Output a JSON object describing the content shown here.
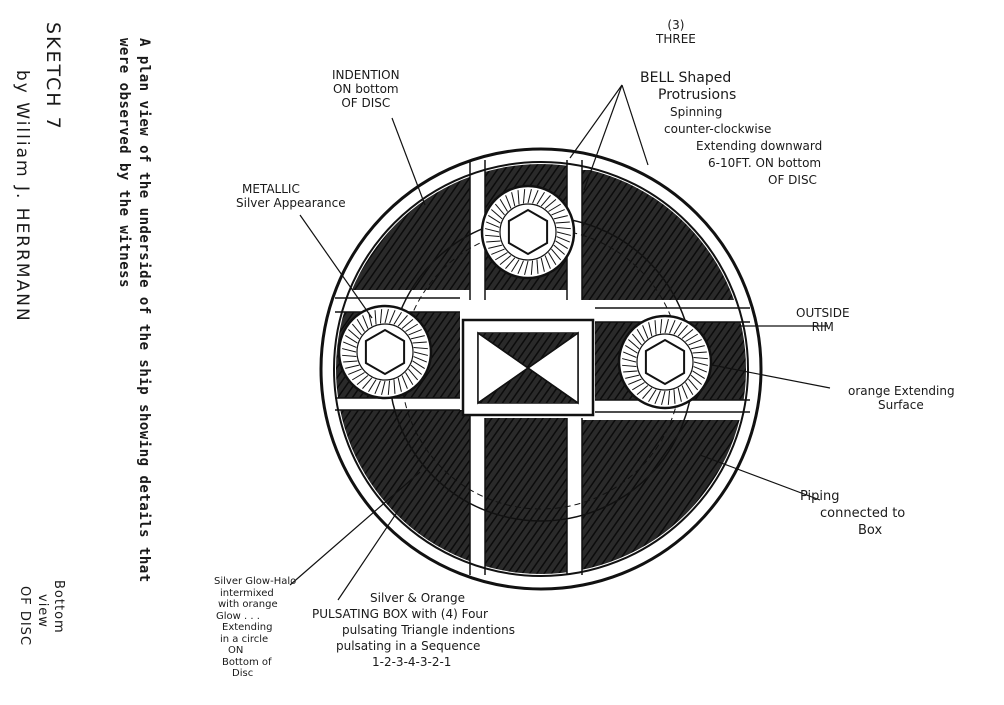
{
  "caption": {
    "line1": "A plan view of the underside of the ship showing details that",
    "line2": "were observed by the witness"
  },
  "title": {
    "sketch": "SKETCH 7",
    "byline": "by  William J. HERRMANN",
    "view": [
      "Bottom",
      "view",
      "OF DISC"
    ]
  },
  "labels": {
    "indention": [
      "INDENTION",
      "ON bottom",
      "OF DISC"
    ],
    "metallic": [
      "METALLIC",
      "Silver Appearance"
    ],
    "three": [
      "(3)",
      "THREE"
    ],
    "bell": [
      "BELL Shaped",
      "Protrusions",
      "Spinning",
      "counter-clockwise",
      "Extending downward",
      "6-10FT. ON bottom",
      "OF DISC"
    ],
    "rim": [
      "OUTSIDE",
      "RIM"
    ],
    "orange": [
      "orange Extending",
      "Surface"
    ],
    "piping": [
      "Piping",
      "connected to",
      "Box"
    ],
    "halo": [
      "Silver Glow-Halo",
      "intermixed",
      "with orange",
      "Glow . . .",
      "Extending",
      "in a circle",
      "ON",
      "Bottom of",
      "Disc"
    ],
    "box": [
      "Silver & Orange",
      "PULSATING BOX with (4) Four",
      "pulsating Triangle indentions",
      "pulsating in a Sequence",
      "1-2-3-4-3-2-1"
    ]
  }
}
